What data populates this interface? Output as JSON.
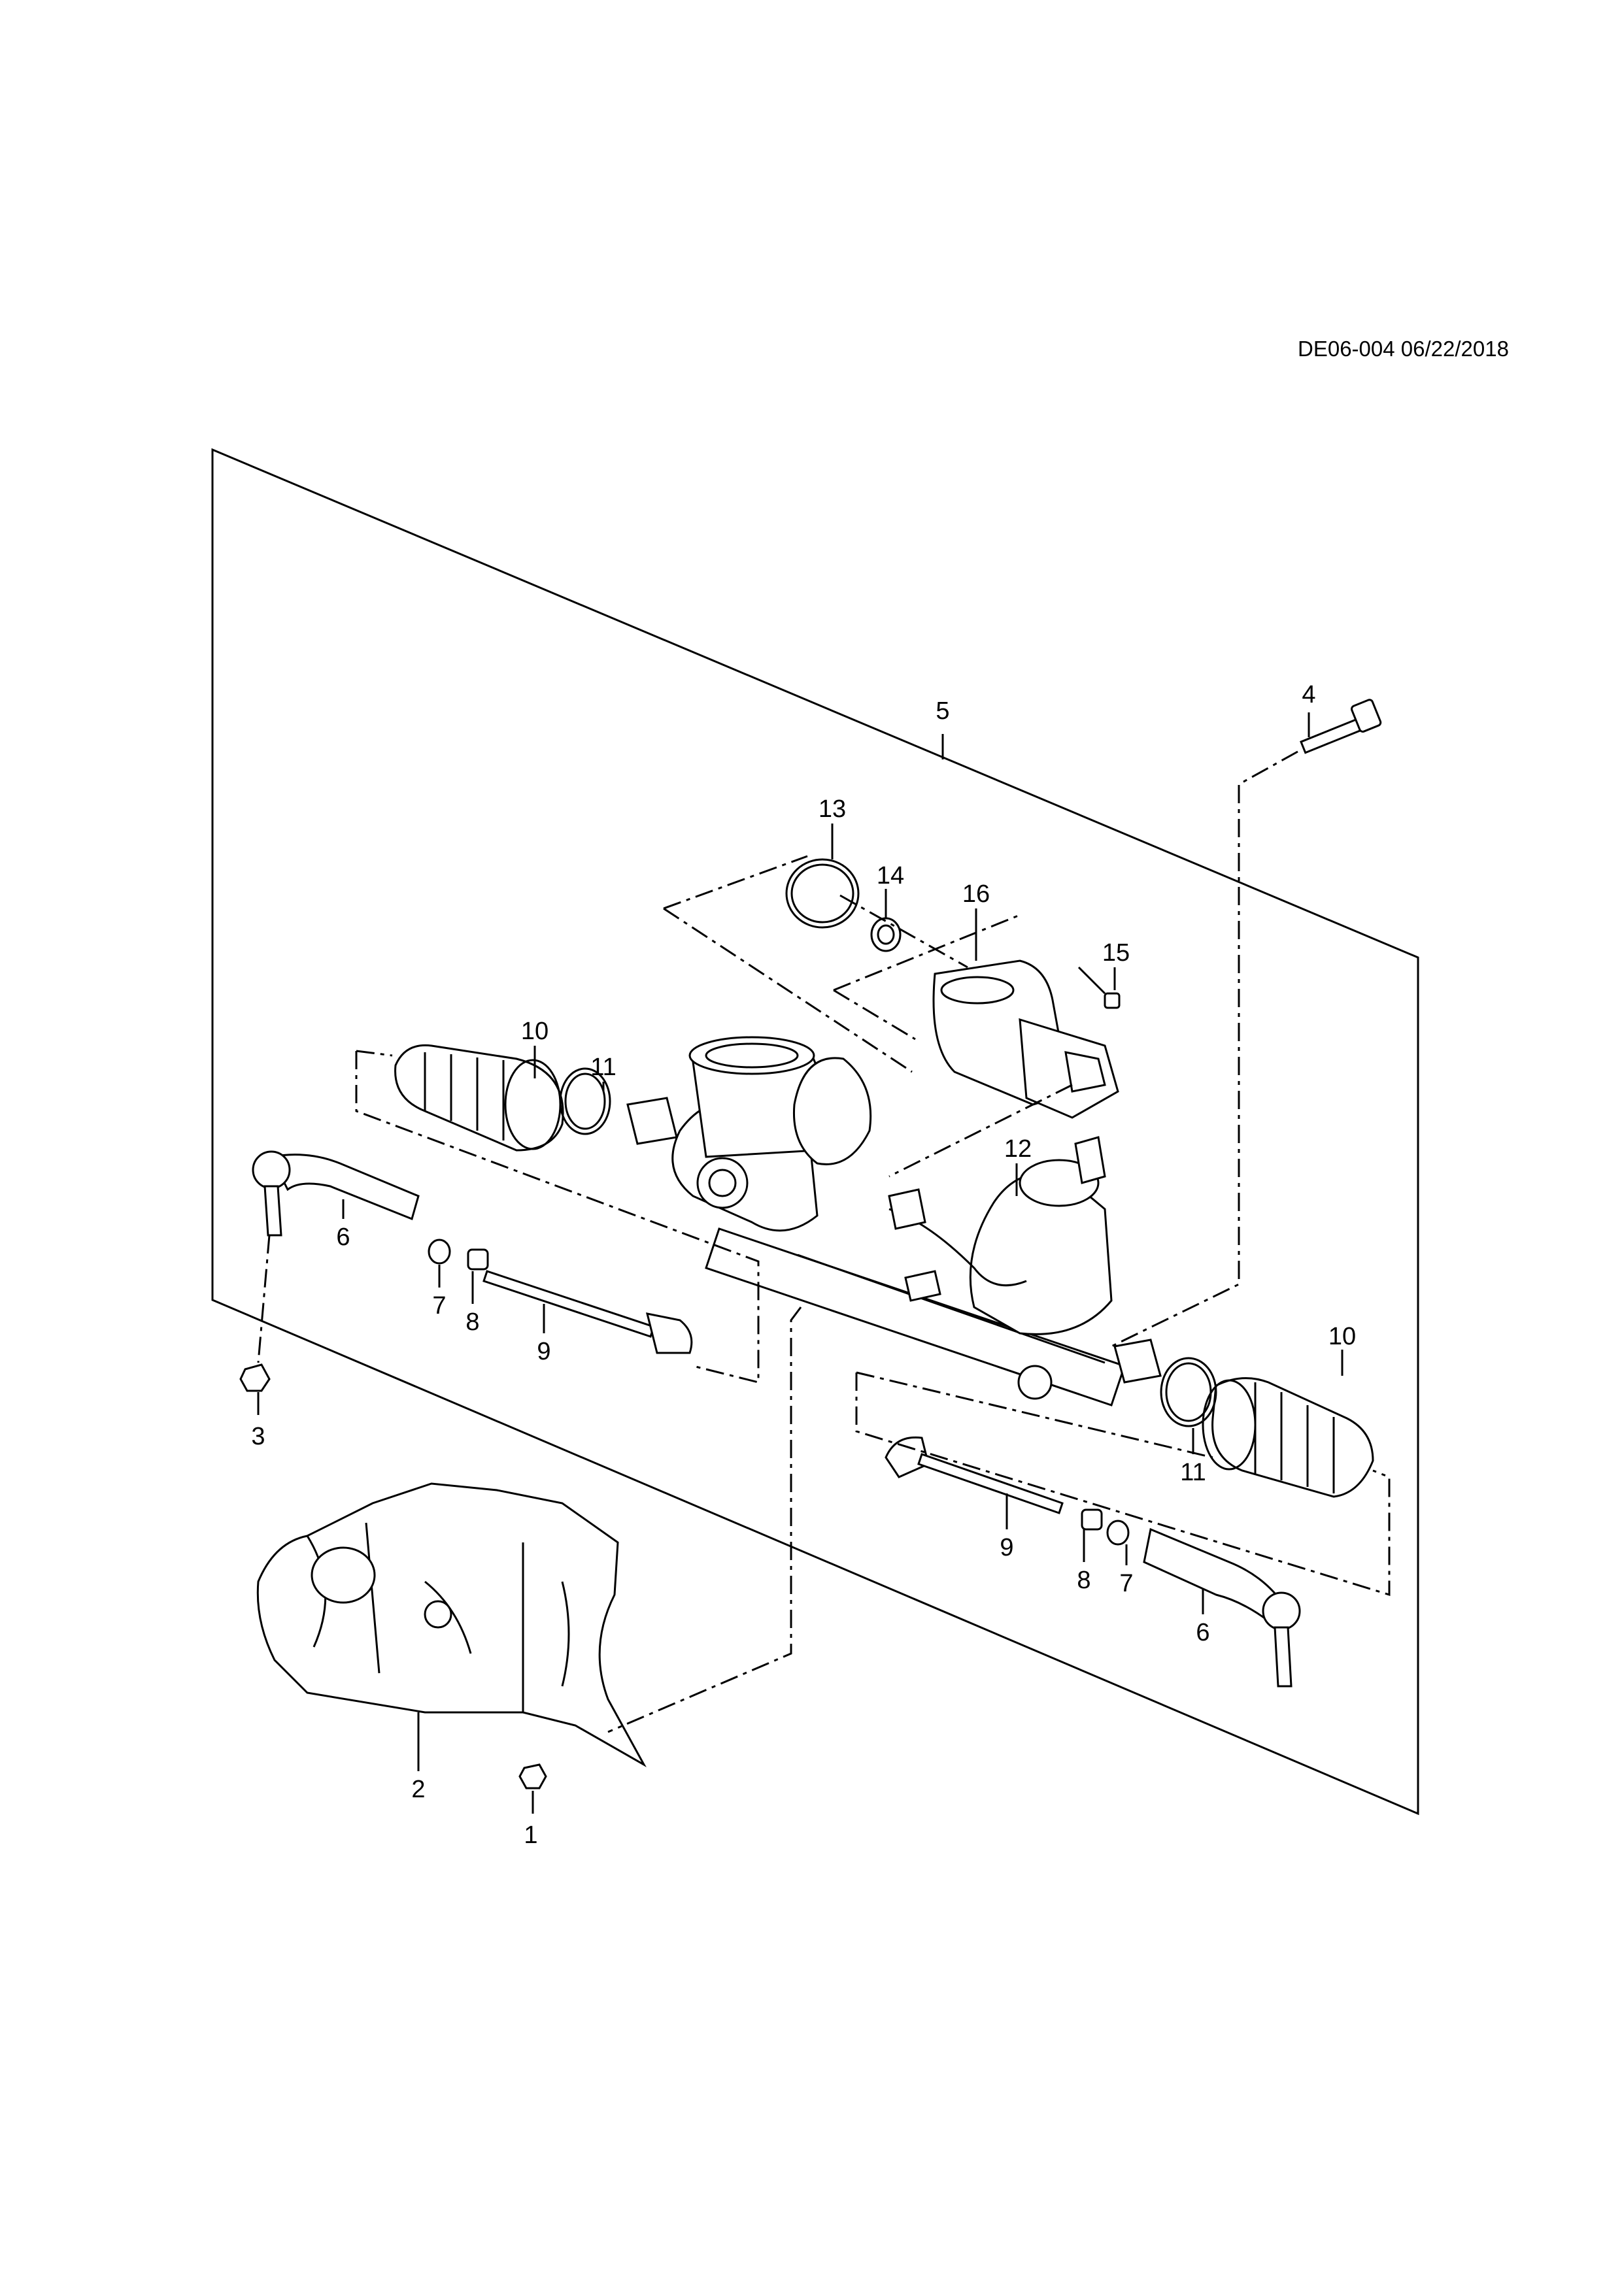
{
  "document_id": "DE06-004 06/22/2018",
  "callouts": {
    "c1": "1",
    "c2": "2",
    "c3": "3",
    "c4": "4",
    "c5": "5",
    "c6L": "6",
    "c6R": "6",
    "c7L": "7",
    "c7R": "7",
    "c8L": "8",
    "c8R": "8",
    "c9L": "9",
    "c9R": "9",
    "c10L": "10",
    "c10R": "10",
    "c11L": "11",
    "c11R": "11",
    "c12": "12",
    "c13": "13",
    "c14": "14",
    "c15": "15",
    "c16": "16"
  }
}
